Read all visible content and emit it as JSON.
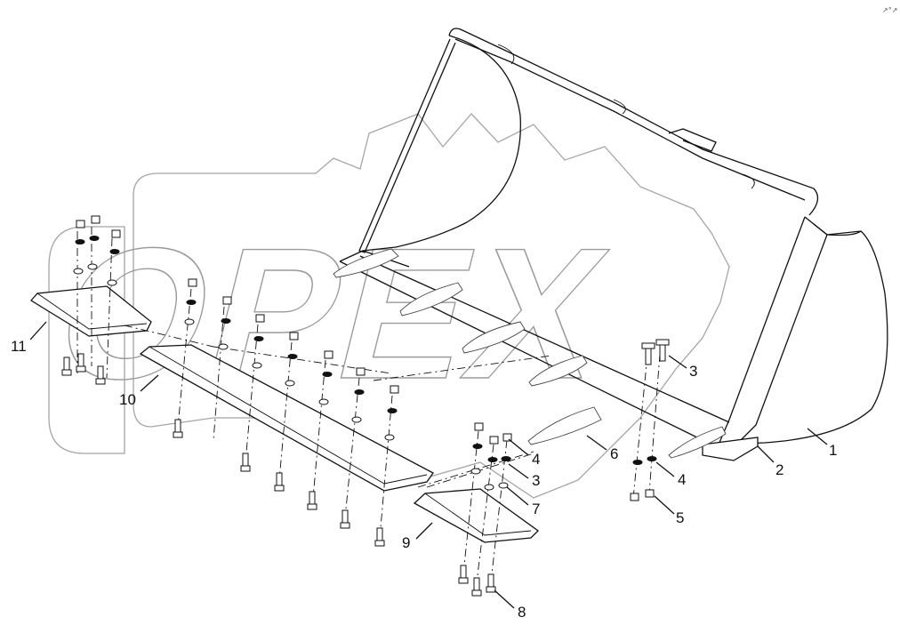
{
  "watermark": {
    "text": "OPEX"
  },
  "corner_mark": "↗°↗",
  "callouts": [
    "1",
    "2",
    "3",
    "3",
    "4",
    "4",
    "5",
    "6",
    "7",
    "8",
    "9",
    "10",
    "11"
  ]
}
